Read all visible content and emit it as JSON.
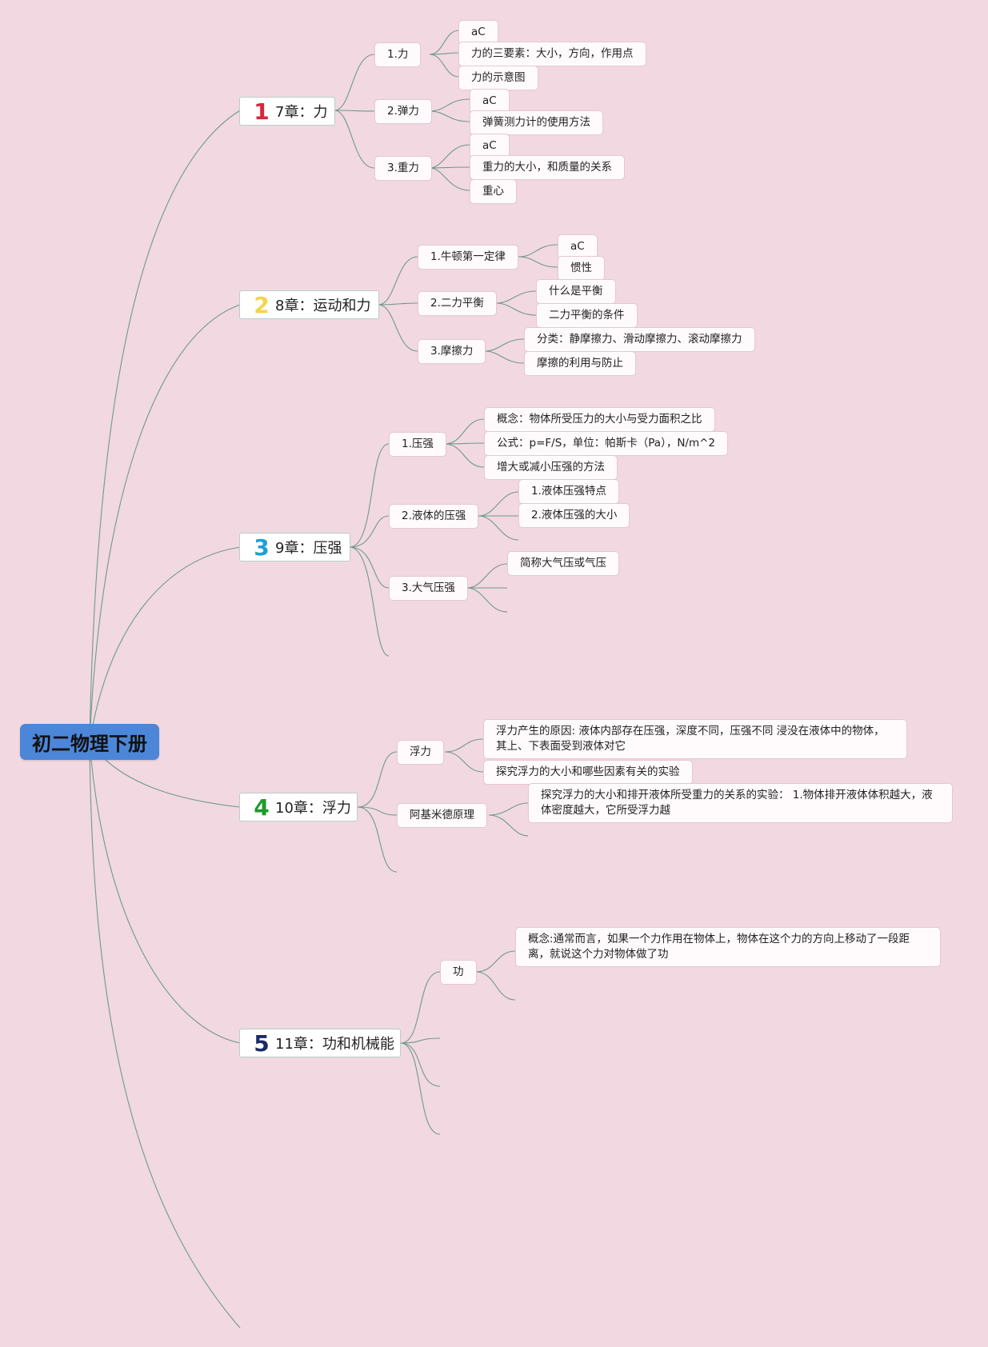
{
  "root": {
    "label": "初二物理下册"
  },
  "colors": {
    "background": "#f2d8e0",
    "root_fill": "#4c86d8",
    "connector": "#6f9a8e",
    "ch1_number": "#d7263d",
    "ch2_number": "#f1d64a",
    "ch3_number": "#1e9fd8",
    "ch4_number": "#1f9a2e",
    "ch5_number": "#1a2a6b"
  },
  "chapters": [
    {
      "num": "1",
      "label": "7章：力",
      "topics": [
        {
          "label": "1.力",
          "items": [
            "aC",
            "力的三要素：大小，方向，作用点",
            "力的示意图"
          ]
        },
        {
          "label": "2.弹力",
          "items": [
            "aC",
            "弹簧测力计的使用方法"
          ]
        },
        {
          "label": "3.重力",
          "items": [
            "aC",
            "重力的大小，和质量的关系",
            "重心"
          ]
        }
      ]
    },
    {
      "num": "2",
      "label": "8章：运动和力",
      "topics": [
        {
          "label": "1.牛顿第一定律",
          "items": [
            "aC",
            "惯性"
          ]
        },
        {
          "label": "2.二力平衡",
          "items": [
            "什么是平衡",
            "二力平衡的条件"
          ]
        },
        {
          "label": "3.摩擦力",
          "items": [
            "分类：静摩擦力、滑动摩擦力、滚动摩擦力",
            "摩擦的利用与防止"
          ]
        }
      ]
    },
    {
      "num": "3",
      "label": "9章：压强",
      "topics": [
        {
          "label": "1.压强",
          "items": [
            "概念：物体所受压力的大小与受力面积之比",
            "公式：p=F/S，单位：帕斯卡（Pa），N/m^2",
            "增大或减小压强的方法"
          ]
        },
        {
          "label": "2.液体的压强",
          "items": [
            "1.液体压强特点",
            "2.液体压强的大小"
          ]
        },
        {
          "label": "3.大气压强",
          "items": [
            "简称大气压或气压"
          ]
        }
      ]
    },
    {
      "num": "4",
      "label": "10章：浮力",
      "topics": [
        {
          "label": "浮力",
          "items": [
            "浮力产生的原因: 液体内部存在压强，深度不同，压强不同 浸没在液体中的物体，其上、下表面受到液体对它",
            "探究浮力的大小和哪些因素有关的实验"
          ]
        },
        {
          "label": "阿基米德原理",
          "items": [
            "探究浮力的大小和排开液体所受重力的关系的实验： 1.物体排开液体体积越大，液体密度越大，它所受浮力越"
          ]
        }
      ]
    },
    {
      "num": "5",
      "label": "11章：功和机械能",
      "topics": [
        {
          "label": "功",
          "items": [
            "概念:通常而言，如果一个力作用在物体上，物体在这个力的方向上移动了一段距离，就说这个力对物体做了功"
          ]
        }
      ]
    }
  ]
}
